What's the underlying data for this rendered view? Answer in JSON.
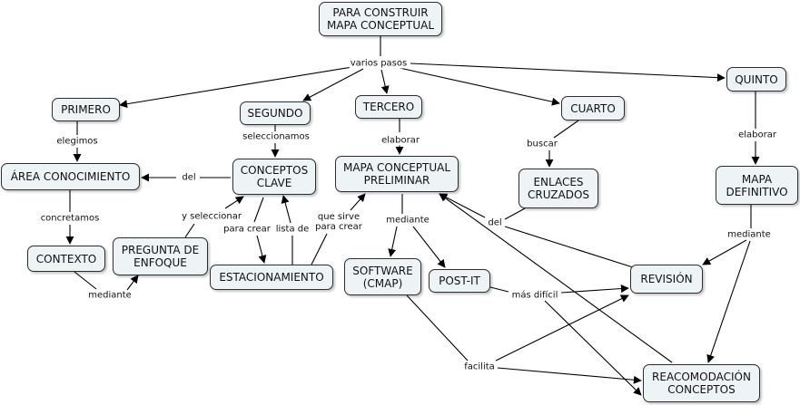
{
  "nodes": {
    "root": "PARA CONSTRUIR\nMAPA CONCEPTUAL",
    "primero": "PRIMERO",
    "segundo": "SEGUNDO",
    "tercero": "TERCERO",
    "cuarto": "CUARTO",
    "quinto": "QUINTO",
    "area": "ÁREA CONOCIMIENTO",
    "conceptos": "CONCEPTOS\nCLAVE",
    "mapa_pre": "MAPA CONCEPTUAL\nPRELIMINAR",
    "enlaces": "ENLACES\nCRUZADOS",
    "mapa_def": "MAPA\nDEFINITIVO",
    "contexto": "CONTEXTO",
    "pregunta": "PREGUNTA DE\nENFOQUE",
    "estacionamiento": "ESTACIONAMIENTO",
    "software": "SOFTWARE\n(CMAP)",
    "postit": "POST-IT",
    "revision": "REVISIÓN",
    "reacomodacion": "REACOMODACIÓN\nCONCEPTOS"
  },
  "links": {
    "varios_pasos": "varios pasos",
    "elegimos": "elegimos",
    "seleccionamos": "seleccionamos",
    "elaborar_1": "elaborar",
    "buscar": "buscar",
    "elaborar_2": "elaborar",
    "del_1": "del",
    "concretamos": "concretamos",
    "y_seleccionar": "y seleccionar",
    "para_crear": "para crear",
    "lista_de": "lista de",
    "que_sirve": "que sirve\npara crear",
    "mediante_1": "mediante",
    "mediante_2": "mediante",
    "mediante_3": "mediante",
    "del_2": "del",
    "mas_dificil": "más difícil",
    "facilita": "facilita"
  }
}
